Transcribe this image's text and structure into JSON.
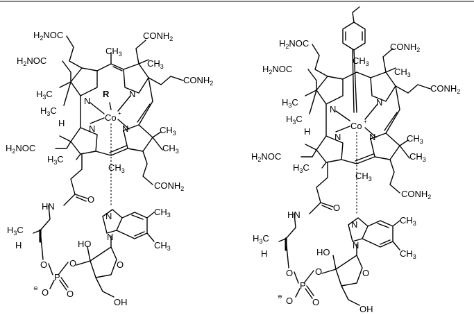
{
  "left_molecule": {
    "labels": {
      "conh2_1": "H2NOC",
      "conh2_2": "CONH2",
      "conh2_3": "H2NOC",
      "conh2_4": "CONH2",
      "conh2_5": "H2NOC",
      "conh2_6": "CONH2",
      "methyl_top": "CH3",
      "methyl_2": "CH3",
      "methyl_3": "H3C",
      "methyl_4": "H3C",
      "methyl_5": "CH3",
      "methyl_6": "CH3",
      "methyl_7": "H3C",
      "methyl_8": "CH3",
      "ligand": "R",
      "cobalt": "Co",
      "charge": "+",
      "n1": "N",
      "n2": "N",
      "n3": "N",
      "n4": "N",
      "h": "H",
      "hn": "HN",
      "o_amide": "O",
      "bz_n1": "N",
      "bz_n2": "N",
      "bz_ch3_1": "CH3",
      "bz_ch3_2": "CH3",
      "ho": "HO",
      "o_ring": "O",
      "h3c_chain": "H3C",
      "h_chain": "H",
      "o1": "O",
      "o2": "O",
      "p": "P",
      "o_minus": "O",
      "minus": "⊖",
      "o3": "O",
      "oh": "OH"
    }
  },
  "right_molecule": {
    "labels": {
      "conh2_1": "H2NOC",
      "conh2_2": "CONH2",
      "conh2_3": "H2NOC",
      "conh2_4": "CONH2",
      "conh2_5": "H2NOC",
      "conh2_6": "CONH2",
      "methyl_top": "CH3",
      "methyl_2": "CH3",
      "methyl_3": "H3C",
      "methyl_4": "H3C",
      "methyl_5": "CH3",
      "methyl_6": "CH3",
      "methyl_7": "H3C",
      "methyl_8": "CH3",
      "cobalt": "Co",
      "charge": "+",
      "n1": "N",
      "n2": "N",
      "n3": "N",
      "n4": "N",
      "h": "H",
      "hn": "HN",
      "o_amide": "O",
      "bz_n1": "N",
      "bz_n2": "N",
      "bz_ch3_1": "CH3",
      "bz_ch3_2": "CH3",
      "ho": "HO",
      "o_ring": "O",
      "h3c_chain": "H3C",
      "h_chain": "H",
      "o1": "O",
      "o2": "O",
      "p": "P",
      "o_minus": "O",
      "minus": "⊖",
      "o3": "O",
      "oh": "OH"
    }
  }
}
